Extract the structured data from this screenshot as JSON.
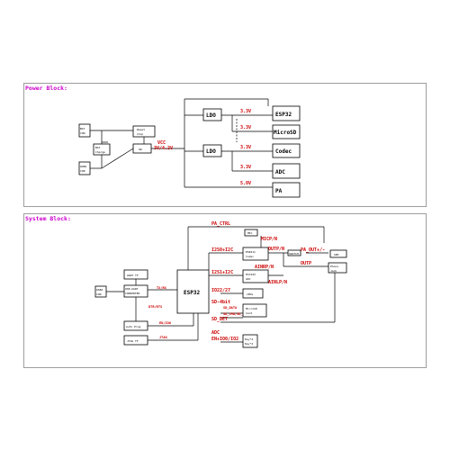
{
  "power_block": {
    "title": "Power Block:",
    "boxes": {
      "bat_con": [
        "BAT",
        "CON"
      ],
      "bat_charge": [
        "BAT",
        "Charge"
      ],
      "usb_con": [
        "USB2",
        "CON"
      ],
      "reset_chip": [
        "Reset",
        "Chip"
      ],
      "switch": "SW",
      "ldo1": "LDO",
      "ldo2": "LDO",
      "esp32": "ESP32",
      "microsd": "MicroSD",
      "codec": "Codec",
      "adc": "ADC",
      "pa": "PA"
    },
    "labels": {
      "vcc": "VCC",
      "vcc_range": "3V/4.2V",
      "rail1": "3.3V",
      "rail2": "3.3V",
      "rail3": "3.3V",
      "rail4": "3.3V",
      "rail5": "5.0V"
    }
  },
  "system_block": {
    "title": "System Block:",
    "boxes": {
      "usb_con": [
        "USB2",
        "CON"
      ],
      "usb_uart": [
        "USB-UART",
        "CONVERTER"
      ],
      "uart_tf": "UART TF",
      "auto_prog": "Auto Prog",
      "jtag_tf": "JTAG TF",
      "esp32": "ESP32",
      "mic": "MIC",
      "codec": [
        "ES8311",
        "Codec"
      ],
      "adc": [
        "ES7243",
        "ADC"
      ],
      "switch": "SWITCH",
      "spk": "SPK",
      "phone_jack": [
        "Phone",
        "Jack"
      ],
      "leds": "LEDs",
      "microsd": [
        "MicroSD",
        "Card"
      ],
      "keys": [
        "Key*4",
        "Key*4"
      ]
    },
    "labels": {
      "pa_ctrl": "PA_CTRL",
      "i2s0": "I2S0+I2C",
      "i2s1": "I2S1+I2C",
      "micp_n": "MICP/N",
      "outp_n": "OUTP/N",
      "pa_out": "PA_OUT+/-",
      "outp": "OUTP",
      "ainrp_n": "AINRP/N",
      "ainlp_n": "AINLP/N",
      "tx_rx": "TX/RX",
      "dtr_rts": "DTR/RTS",
      "en_io0": "EN/IO0",
      "jtag": "JTAG",
      "io22_27": "IO22/27",
      "sd_4bit": "SD-4bit",
      "sd_data": "SD_DATA",
      "sd_ctrl": "SD_CMD/SD_CLK",
      "sd_det": "SD_DET",
      "adc": "ADC",
      "en_pins": "EN+IO0/IO2"
    }
  }
}
